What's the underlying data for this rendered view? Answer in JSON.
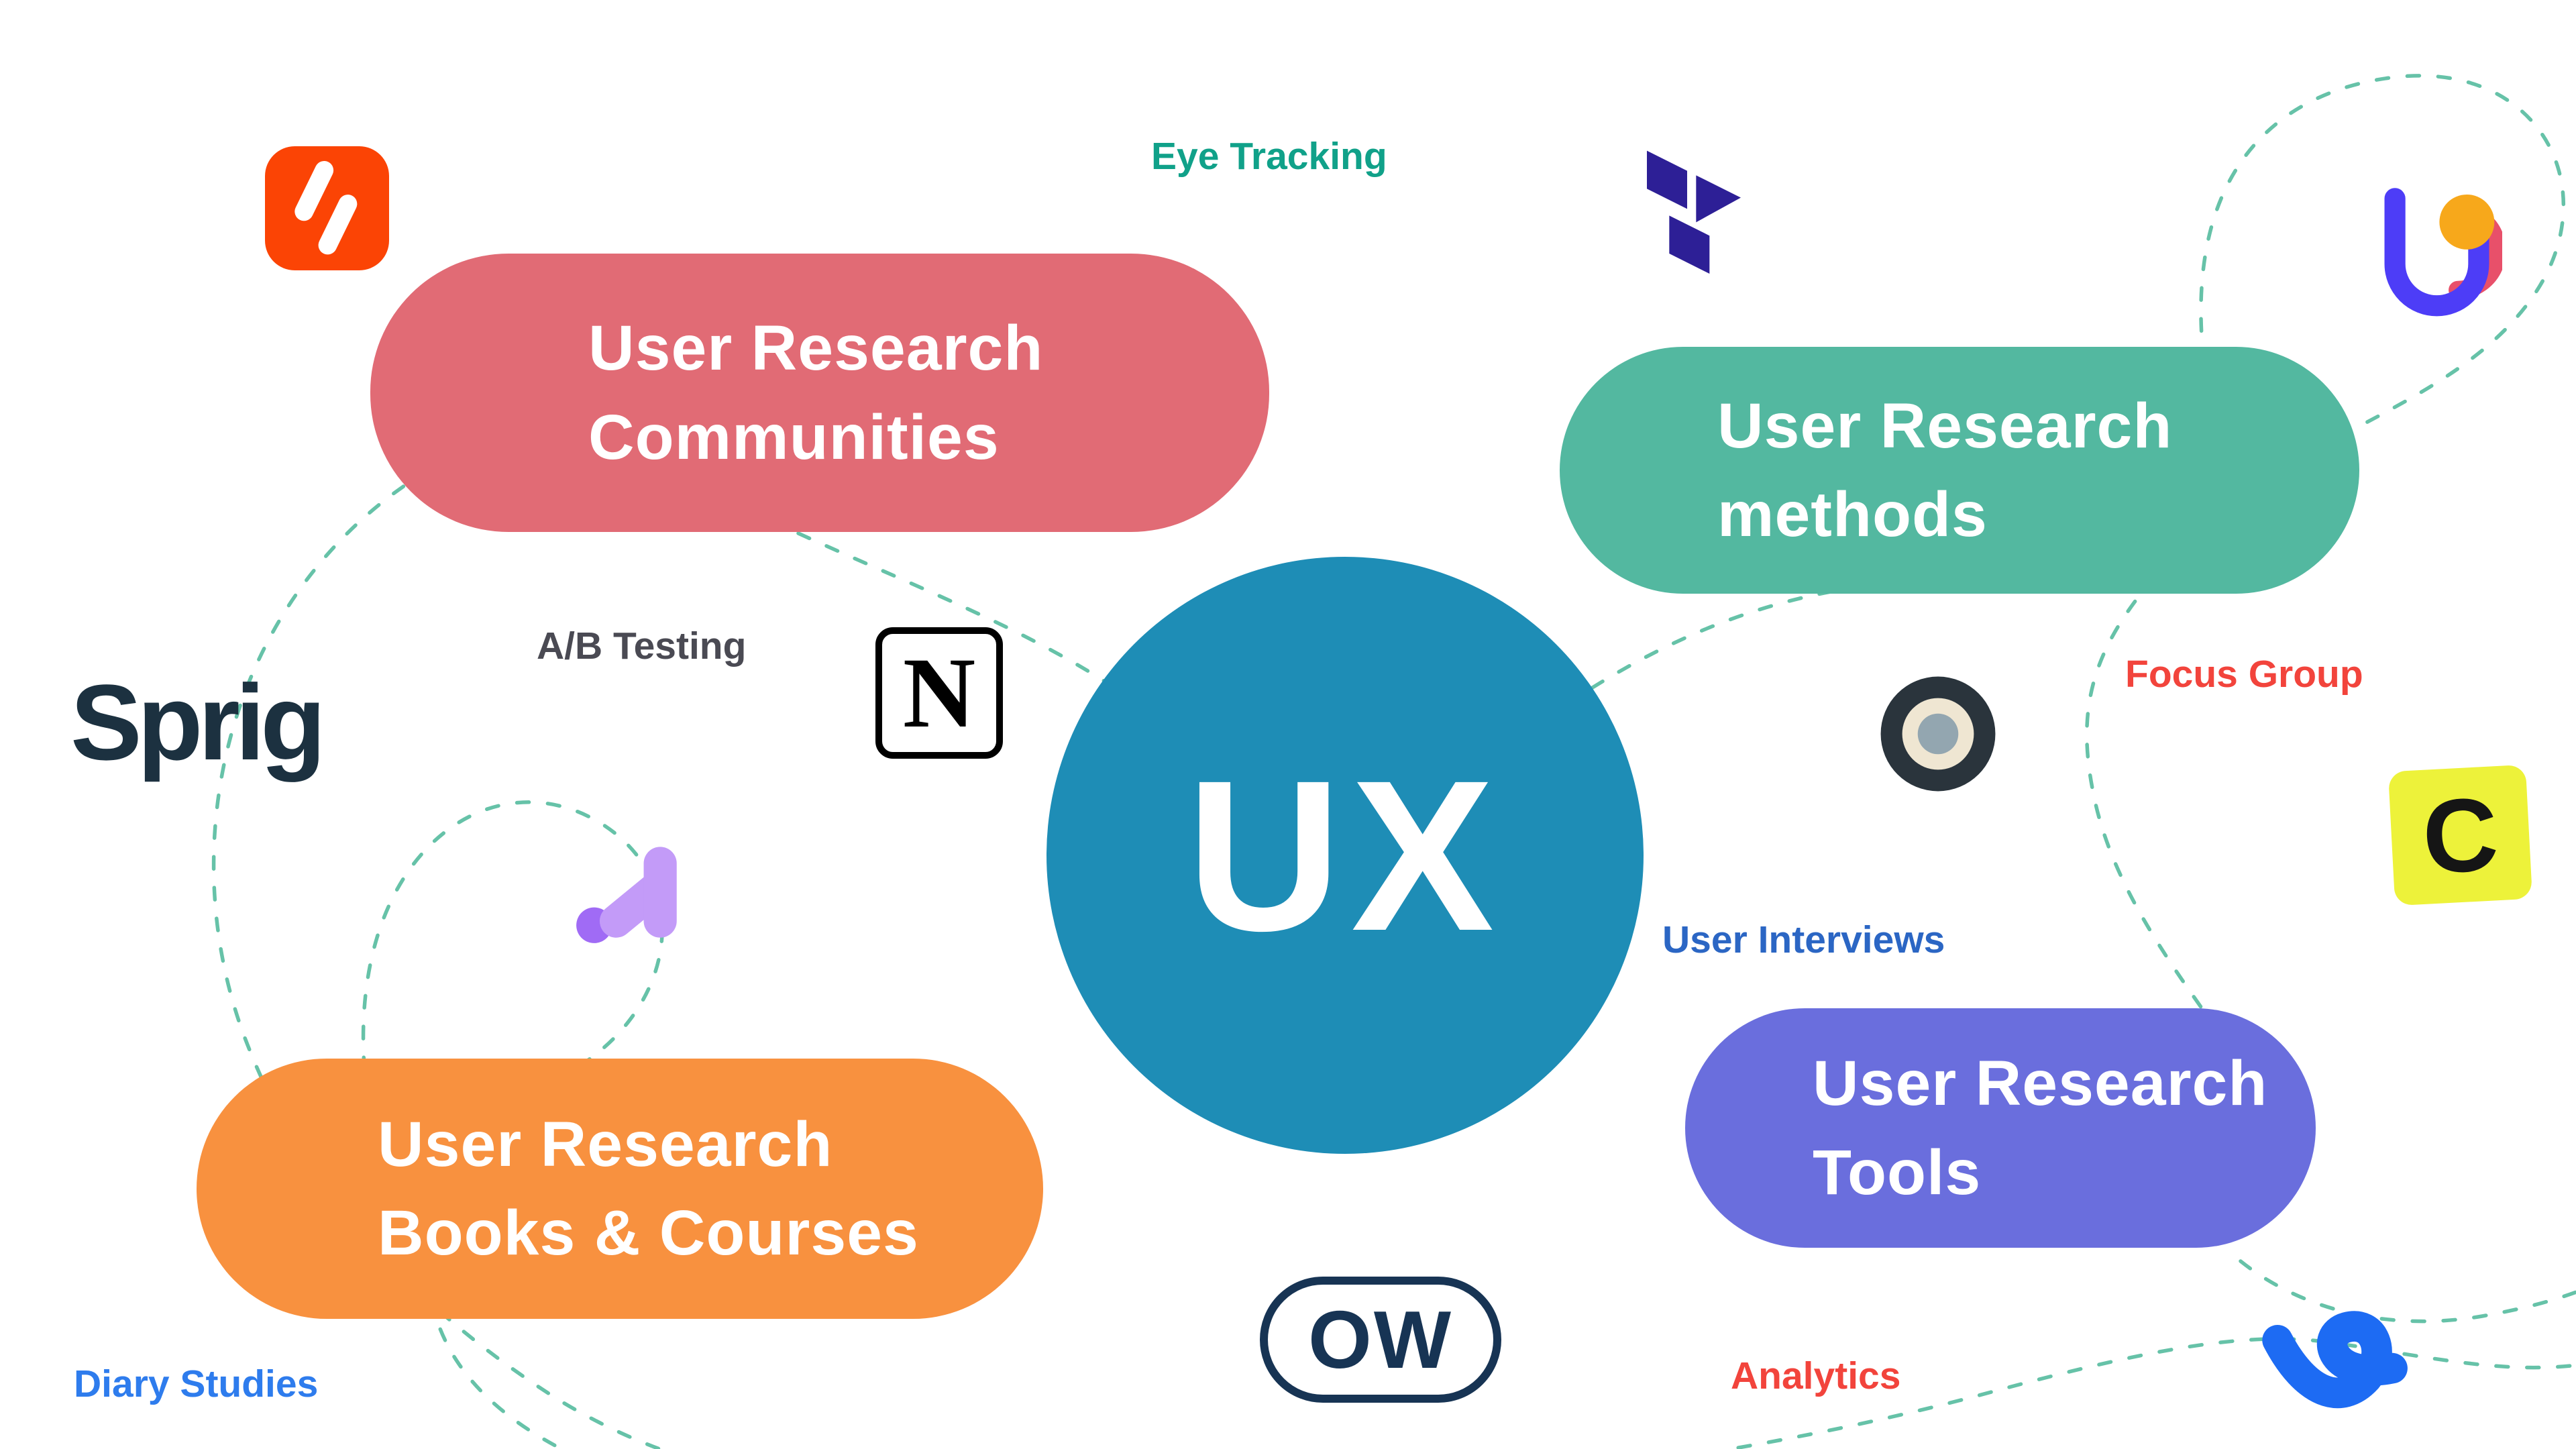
{
  "page": {
    "background": "#ffffff"
  },
  "connector_color": "#66c2a8",
  "center": {
    "label": "UX",
    "color": "#1e8db6"
  },
  "pills": {
    "communities": {
      "line1": "User Research",
      "line2": "Communities",
      "color": "#e16b75"
    },
    "methods": {
      "line1": "User Research",
      "line2": "methods",
      "color": "#53b8a0"
    },
    "books": {
      "line1": "User Research",
      "line2": "Books & Courses",
      "color": "#f8913f"
    },
    "tools": {
      "line1": "User Research",
      "line2": "Tools",
      "color": "#6a6edd"
    }
  },
  "labels": {
    "eye_tracking": {
      "text": "Eye Tracking",
      "color": "#10a189"
    },
    "ab_testing": {
      "text": "A/B Testing",
      "color": "#4a4a53"
    },
    "focus_group": {
      "text": "Focus Group",
      "color": "#f2443c"
    },
    "user_interviews": {
      "text": "User Interviews",
      "color": "#2b66c4"
    },
    "diary_studies": {
      "text": "Diary Studies",
      "color": "#2e7ced"
    },
    "analytics": {
      "text": "Analytics",
      "color": "#f2443c"
    }
  },
  "logos": {
    "sprig": {
      "text": "Sprig"
    },
    "notion": {
      "letter": "N"
    },
    "condens": {
      "letter": "C"
    },
    "optimal_workshop": {
      "text": "OW"
    },
    "marks": [
      "orange-slash-logo",
      "dovetail-geometric-logo",
      "useberry-u-logo",
      "camera-lens-logo",
      "purple-arrow-logo",
      "blue-ribbon-logo"
    ]
  }
}
